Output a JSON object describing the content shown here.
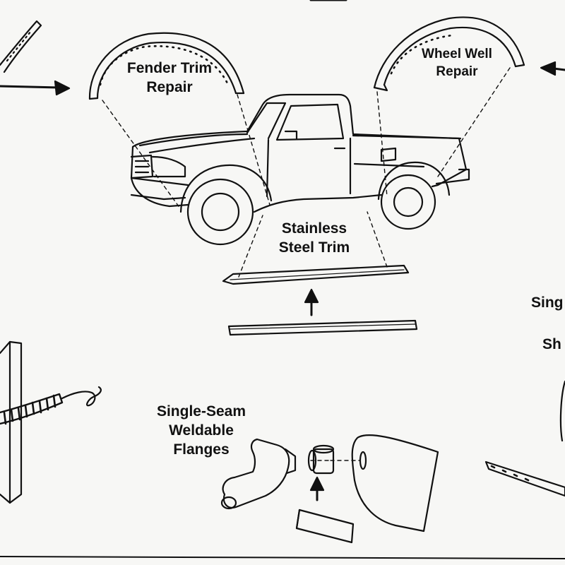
{
  "labels": {
    "fender_trim": [
      "Fender Trim",
      "Repair"
    ],
    "wheel_well": [
      "Wheel Well",
      "Repair"
    ],
    "stainless": [
      "Stainless",
      "Steel Trim"
    ],
    "flanges": [
      "Single-Seam",
      "Weldable",
      "Flanges"
    ],
    "cut_right_top": "Sing",
    "cut_right_bottom": "Sh"
  },
  "colors": {
    "ink": "#111111",
    "paper": "#f7f7f5"
  }
}
